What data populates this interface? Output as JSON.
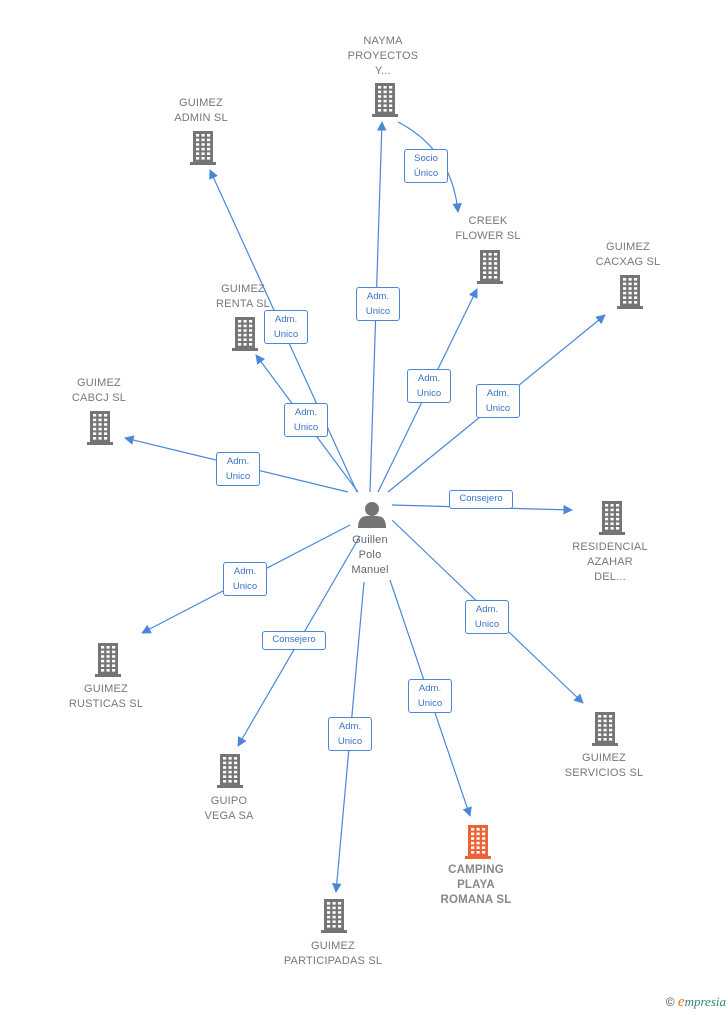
{
  "colors": {
    "edge": "#4a87d8",
    "building": "#757575",
    "focus_building": "#ee6233",
    "person": "#757575"
  },
  "center": {
    "name": "Guillen\nPolo\nManuel",
    "icon": "person-icon"
  },
  "nodes": [
    {
      "id": "nayma",
      "name": "NAYMA\nPROYECTOS\nY...",
      "icon": "building-icon"
    },
    {
      "id": "guimez_admin",
      "name": "GUIMEZ\nADMIN SL",
      "icon": "building-icon"
    },
    {
      "id": "creek",
      "name": "CREEK\nFLOWER SL",
      "icon": "building-icon"
    },
    {
      "id": "cacxag",
      "name": "GUIMEZ\nCACXAG SL",
      "icon": "building-icon"
    },
    {
      "id": "renta",
      "name": "GUIMEZ\nRENTA SL",
      "icon": "building-icon"
    },
    {
      "id": "cabcj",
      "name": "GUIMEZ\nCABCJ SL",
      "icon": "building-icon"
    },
    {
      "id": "residencial",
      "name": "RESIDENCIAL\nAZAHAR\nDEL...",
      "icon": "building-icon"
    },
    {
      "id": "rusticas",
      "name": "GUIMEZ\nRUSTICAS SL",
      "icon": "building-icon"
    },
    {
      "id": "servicios",
      "name": "GUIMEZ\nSERVICIOS SL",
      "icon": "building-icon"
    },
    {
      "id": "guipo",
      "name": "GUIPO\nVEGA SA",
      "icon": "building-icon"
    },
    {
      "id": "camping",
      "name": "CAMPING\nPLAYA\nROMANA SL",
      "icon": "building-icon",
      "focus": true
    },
    {
      "id": "participadas",
      "name": "GUIMEZ\nPARTICIPADAS SL",
      "icon": "building-icon"
    }
  ],
  "edges": [
    {
      "from": "center",
      "to": "nayma",
      "label": "Adm.\nUnico"
    },
    {
      "from": "center",
      "to": "guimez_admin",
      "label": "Adm.\nUnico"
    },
    {
      "from": "center",
      "to": "creek",
      "label": "Adm.\nUnico"
    },
    {
      "from": "center",
      "to": "cacxag",
      "label": "Adm.\nUnico"
    },
    {
      "from": "center",
      "to": "renta",
      "label": "Adm.\nUnico"
    },
    {
      "from": "center",
      "to": "cabcj",
      "label": "Adm.\nUnico"
    },
    {
      "from": "center",
      "to": "residencial",
      "label": "Consejero"
    },
    {
      "from": "center",
      "to": "rusticas",
      "label": "Adm.\nUnico"
    },
    {
      "from": "center",
      "to": "servicios",
      "label": "Adm.\nUnico"
    },
    {
      "from": "center",
      "to": "guipo",
      "label": "Consejero"
    },
    {
      "from": "center",
      "to": "camping",
      "label": "Adm.\nUnico"
    },
    {
      "from": "center",
      "to": "participadas",
      "label": "Adm.\nUnico"
    },
    {
      "from": "nayma",
      "to": "creek",
      "label": "Socio\nÚnico"
    }
  ],
  "footer": {
    "copyright": "©",
    "brand_initial": "e",
    "brand_rest": "mpresia"
  }
}
